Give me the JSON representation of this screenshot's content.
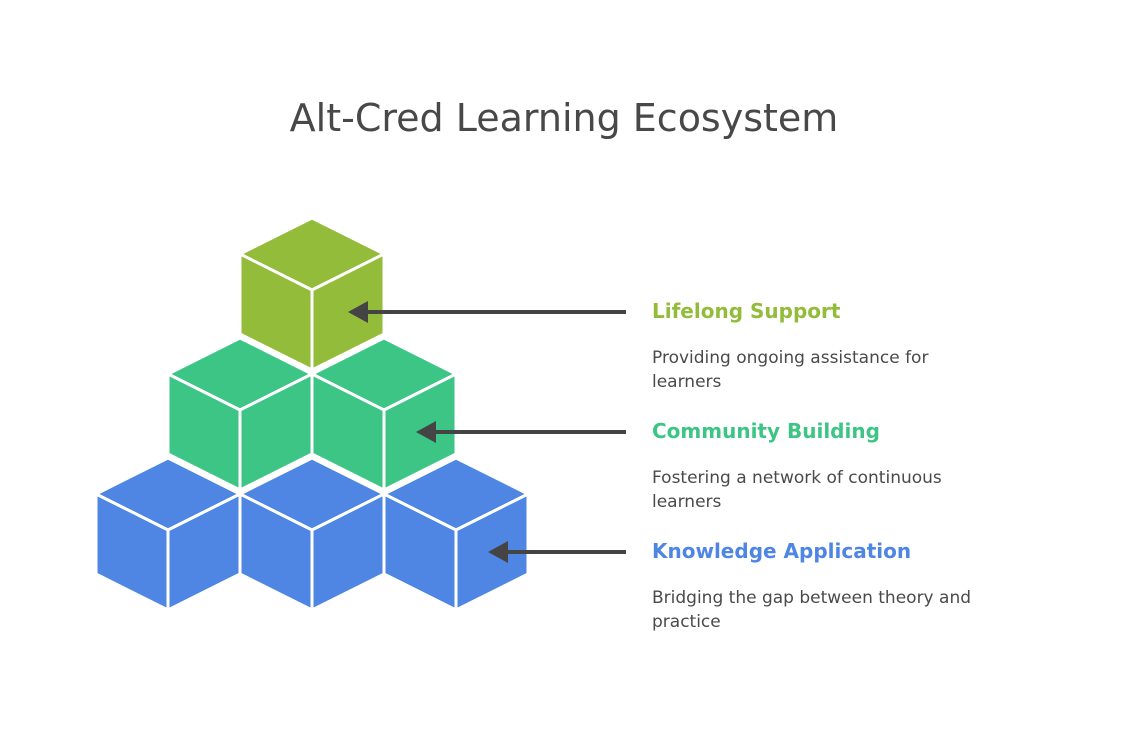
{
  "title": "Alt-Cred Learning Ecosystem",
  "levels": [
    {
      "heading": "Lifelong Support",
      "description": "Providing ongoing assistance for learners",
      "color": "#92bc3a"
    },
    {
      "heading": "Community Building",
      "description": "Fostering a network of continuous learners",
      "color": "#3cc584"
    },
    {
      "heading": "Knowledge Application",
      "description": "Bridging the gap between theory and practice",
      "color": "#4f86e4"
    }
  ],
  "arrow_color": "#444444"
}
